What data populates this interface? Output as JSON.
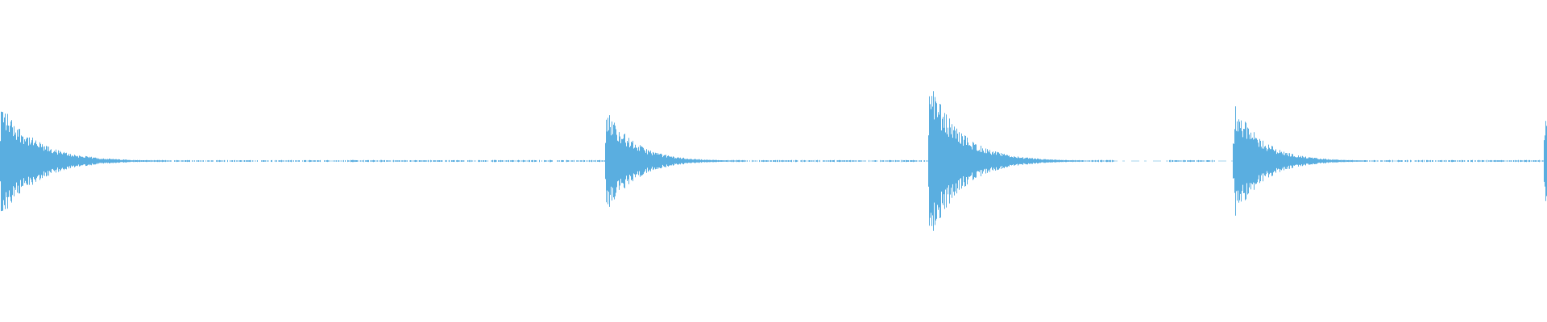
{
  "waveform": {
    "color": "#5aaee0",
    "background": "#ffffff",
    "duration_fraction_markers": [
      0.0,
      0.391,
      0.6,
      0.797,
      0.999
    ],
    "transients": [
      {
        "position": 0.0005,
        "peak_up": 0.72,
        "peak_down": 0.73,
        "decay": 0.022,
        "tail_noise": 0.035
      },
      {
        "position": 0.3915,
        "peak_up": 0.66,
        "peak_down": 0.66,
        "decay": 0.018,
        "tail_noise": 0.025
      },
      {
        "position": 0.6005,
        "peak_up": 1.0,
        "peak_down": 1.0,
        "decay": 0.02,
        "tail_noise": 0.03
      },
      {
        "position": 0.7975,
        "peak_up": 0.72,
        "peak_down": 0.72,
        "decay": 0.018,
        "tail_noise": 0.03
      },
      {
        "position": 0.9985,
        "peak_up": 0.84,
        "peak_down": 0.84,
        "decay": 0.005,
        "tail_noise": 0.02
      }
    ],
    "silent_gaps": [
      [
        0.72,
        0.755
      ],
      [
        0.785,
        0.795
      ]
    ]
  }
}
